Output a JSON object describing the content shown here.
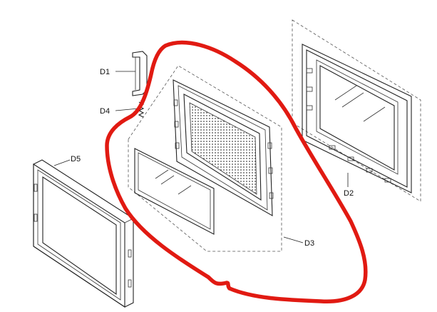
{
  "diagram": {
    "labels": {
      "d1": "D1",
      "d2": "D2",
      "d3": "D3",
      "d4": "D4",
      "d5": "D5"
    },
    "colors": {
      "line": "#222222",
      "dashed": "#555555",
      "highlight": "#e11a12",
      "background": "#ffffff"
    }
  }
}
